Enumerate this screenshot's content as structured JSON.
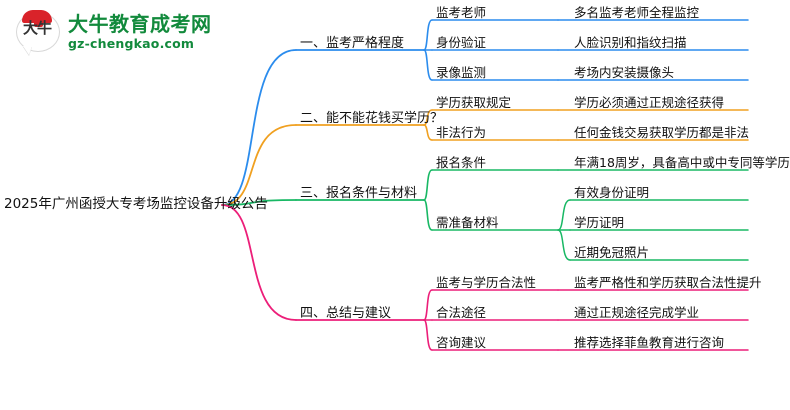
{
  "logo": {
    "mark_text": "大牛",
    "title": "大牛教育成考网",
    "url": "gz-chengkao.com",
    "brand_color": "#128a3c",
    "mark_color": "#d9232a"
  },
  "mindmap": {
    "root": "2025年广州函授大专考场监控设备升级公告",
    "branches": [
      {
        "title": "一、监考严格程度",
        "color": "#2b8ced",
        "children": [
          {
            "label": "监考老师",
            "children": [
              {
                "label": "多名监考老师全程监控"
              }
            ]
          },
          {
            "label": "身份验证",
            "children": [
              {
                "label": "人脸识别和指纹扫描"
              }
            ]
          },
          {
            "label": "录像监测",
            "children": [
              {
                "label": "考场内安装摄像头"
              }
            ]
          }
        ]
      },
      {
        "title": "二、能不能花钱买学历？",
        "color": "#f0a020",
        "children": [
          {
            "label": "学历获取规定",
            "children": [
              {
                "label": "学历必须通过正规途径获得"
              }
            ]
          },
          {
            "label": "非法行为",
            "children": [
              {
                "label": "任何金钱交易获取学历都是非法"
              }
            ]
          }
        ]
      },
      {
        "title": "三、报名条件与材料",
        "color": "#18b864",
        "children": [
          {
            "label": "报名条件",
            "children": [
              {
                "label": "年满18周岁，具备高中或中专同等学历"
              }
            ]
          },
          {
            "label": "需准备材料",
            "children": [
              {
                "label": "有效身份证明"
              },
              {
                "label": "学历证明"
              },
              {
                "label": "近期免冠照片"
              }
            ]
          }
        ]
      },
      {
        "title": "四、总结与建议",
        "color": "#ec1e79",
        "children": [
          {
            "label": "监考与学历合法性",
            "children": [
              {
                "label": "监考严格性和学历获取合法性提升"
              }
            ]
          },
          {
            "label": "合法途径",
            "children": [
              {
                "label": "通过正规途径完成学业"
              }
            ]
          },
          {
            "label": "咨询建议",
            "children": [
              {
                "label": "推荐选择菲鱼教育进行咨询"
              }
            ]
          }
        ]
      }
    ]
  }
}
